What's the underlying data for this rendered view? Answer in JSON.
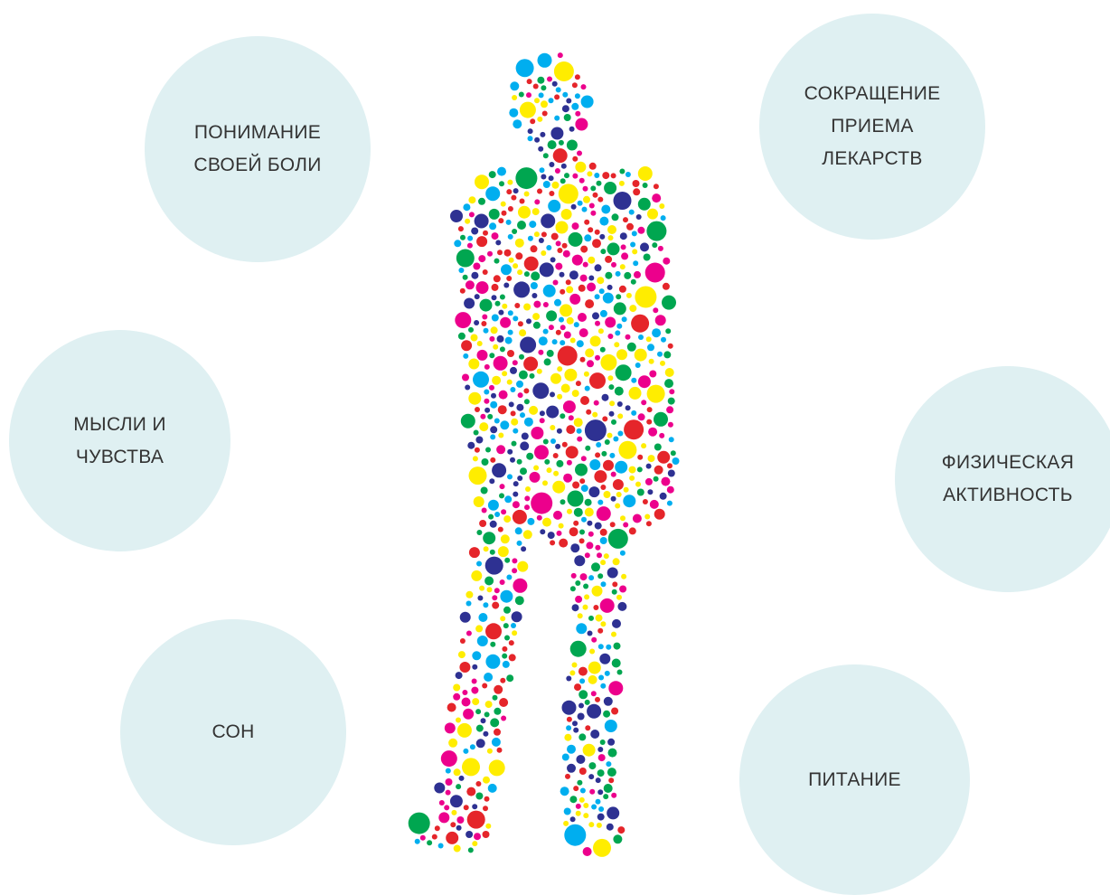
{
  "colors": {
    "circle_fill": "#dff0f2",
    "text": "#333333",
    "dot_palette": [
      "#e5252a",
      "#ffed00",
      "#00a650",
      "#00aeef",
      "#ec008c",
      "#2e3192"
    ]
  },
  "figure": {
    "description_icon": "person-made-of-colored-dots-icon"
  },
  "topics": [
    {
      "id": "pain-understanding",
      "label": "ПОНИМАНИЕ\nСВОЕЙ БОЛИ"
    },
    {
      "id": "medication-reduction",
      "label": "СОКРАЩЕНИЕ\nПРИЕМА\nЛЕКАРСТВ"
    },
    {
      "id": "thoughts-feelings",
      "label": "МЫСЛИ И\nЧУВСТВА"
    },
    {
      "id": "physical-activity",
      "label": "ФИЗИЧЕСКАЯ\nАКТИВНОСТЬ"
    },
    {
      "id": "sleep",
      "label": "СОН"
    },
    {
      "id": "nutrition",
      "label": "ПИТАНИЕ"
    }
  ]
}
